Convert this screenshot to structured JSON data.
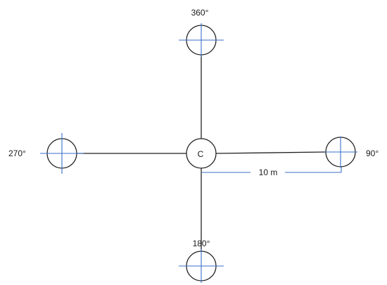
{
  "center": {
    "label": "C"
  },
  "points": [
    {
      "id": "north",
      "label": "360°"
    },
    {
      "id": "east",
      "label": "90°"
    },
    {
      "id": "south",
      "label": "180°"
    },
    {
      "id": "west",
      "label": "270°"
    }
  ],
  "dimension": {
    "label": "10 m"
  },
  "colors": {
    "line": "#222222",
    "crosshair": "#3a6fc9",
    "background": "#ffffff"
  }
}
